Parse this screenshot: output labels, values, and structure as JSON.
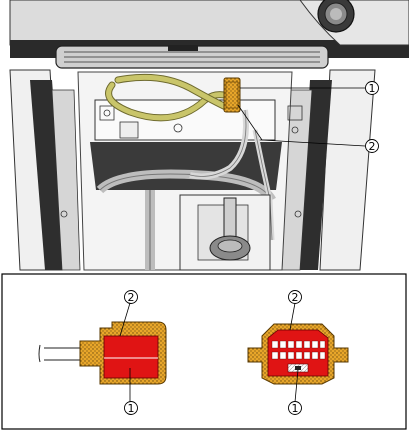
{
  "callouts": {
    "top_1": "1",
    "top_2": "2",
    "detail_left_top": "2",
    "detail_left_bottom": "1",
    "detail_right_top": "2",
    "detail_right_bottom": "1"
  },
  "colors": {
    "harness_yellow": "#c9c56a",
    "connector_orange": "#e8a62a",
    "connector_red": "#e01414",
    "console_dark": "#2a2a2a",
    "line_gray": "#555555"
  },
  "icons": [
    "dashboard-vent-icon",
    "connector-icon",
    "gear-shifter-icon",
    "wire-harness-icon"
  ]
}
